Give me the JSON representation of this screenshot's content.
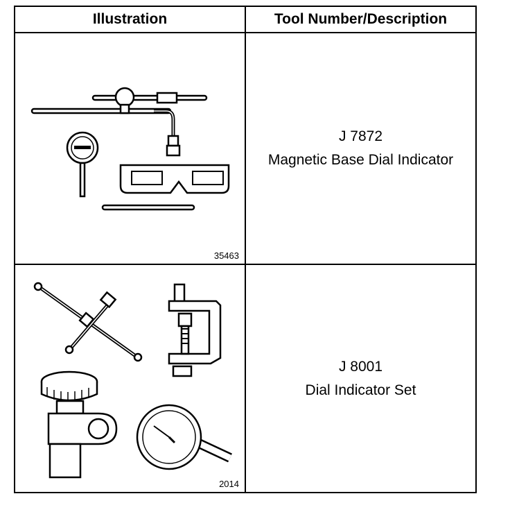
{
  "table": {
    "headers": {
      "illustration": "Illustration",
      "tool": "Tool Number/Description"
    },
    "rows": [
      {
        "figure_number": "35463",
        "tool_number": "J 7872",
        "description": "Magnetic Base Dial Indicator"
      },
      {
        "figure_number": "2014",
        "tool_number": "J 8001",
        "description": "Dial Indicator Set"
      }
    ]
  }
}
